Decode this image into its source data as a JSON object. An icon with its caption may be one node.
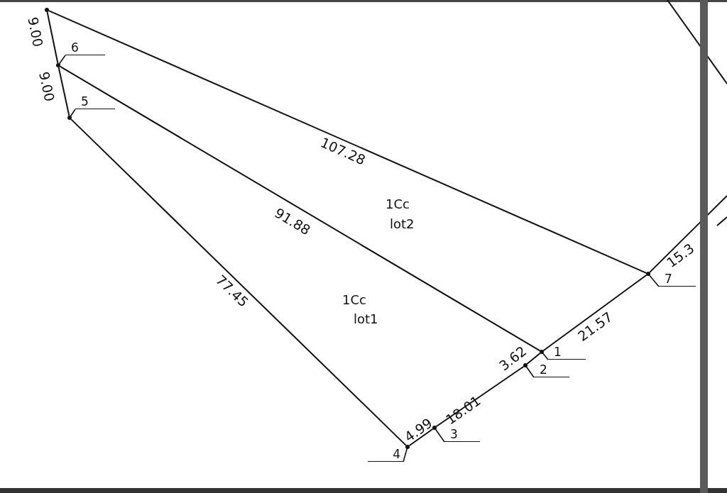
{
  "diagram": {
    "nodes": [
      {
        "text": [],
        "shape": "circle"
      },
      {
        "text": [],
        "shape": "circle",
        "beside": [
          "6"
        ]
      },
      {
        "text": [],
        "shape": "circle",
        "beside": [
          "5"
        ]
      },
      {
        "text": [],
        "shape": "circle",
        "beside": [
          "4"
        ]
      },
      {
        "text": [],
        "shape": "circle",
        "beside": [
          "3"
        ]
      },
      {
        "text": [],
        "shape": "circle",
        "beside": [
          "2"
        ]
      },
      {
        "text": [],
        "shape": "circle",
        "beside": [
          "1"
        ]
      },
      {
        "text": [],
        "shape": "circle",
        "beside": [
          "7"
        ]
      }
    ],
    "edges": [
      {
        "from": 0,
        "to": 1,
        "arrow": "none",
        "label": "9.00"
      },
      {
        "from": 1,
        "to": 2,
        "arrow": "none",
        "label": "9.00"
      },
      {
        "from": 2,
        "to": 3,
        "arrow": "none",
        "label": "77.45"
      },
      {
        "from": 3,
        "to": 4,
        "arrow": "none",
        "label": "4.99"
      },
      {
        "from": 4,
        "to": 5,
        "arrow": "none",
        "label": "18.01"
      },
      {
        "from": 5,
        "to": 6,
        "arrow": "none",
        "label": "3.62"
      },
      {
        "from": 6,
        "to": 7,
        "arrow": "none",
        "label": "21.57"
      },
      {
        "from": 7,
        "to": null,
        "arrow": "none",
        "label": "15.3"
      },
      {
        "from": 1,
        "to": 6,
        "arrow": "none",
        "label": "91.88"
      },
      {
        "from": 0,
        "to": 7,
        "arrow": "none",
        "label": "107.28"
      }
    ],
    "labels": [
      "1Cc",
      "lot2",
      "1Cc",
      "lot1"
    ]
  }
}
